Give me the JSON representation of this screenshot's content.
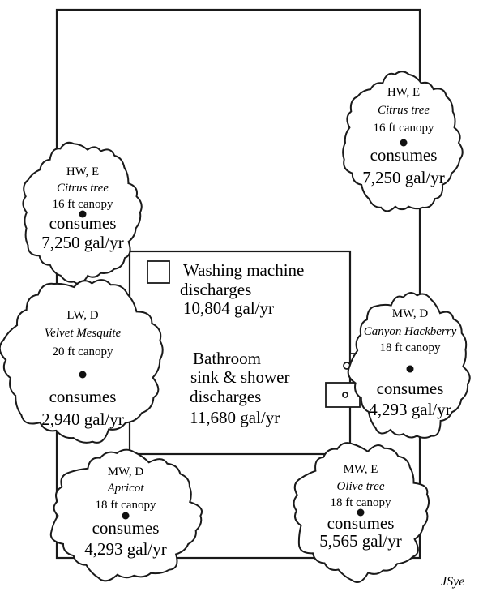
{
  "house": {
    "washer_line1": "Washing machine",
    "washer_line2": "discharges",
    "washer_line3": "10,804 gal/yr",
    "bath_line1": "Bathroom",
    "bath_line2": "sink & shower",
    "bath_line3": "discharges",
    "bath_line4": "11,680 gal/yr"
  },
  "trees": [
    {
      "use": "HW, E",
      "species": "Citrus tree",
      "canopy": "16 ft canopy",
      "consumes_label": "consumes",
      "amount": "7,250 gal/yr"
    },
    {
      "use": "HW, E",
      "species": "Citrus tree",
      "canopy": "16 ft canopy",
      "consumes_label": "consumes",
      "amount": "7,250 gal/yr"
    },
    {
      "use": "LW, D",
      "species": "Velvet Mesquite",
      "canopy": "20 ft canopy",
      "consumes_label": "consumes",
      "amount": "2,940 gal/yr"
    },
    {
      "use": "MW, D",
      "species": "Canyon Hackberry",
      "canopy": "18 ft canopy",
      "consumes_label": "consumes",
      "amount": "4,293 gal/yr"
    },
    {
      "use": "MW, D",
      "species": "Apricot",
      "canopy": "18 ft canopy",
      "consumes_label": "consumes",
      "amount": "4,293 gal/yr"
    },
    {
      "use": "MW, E",
      "species": "Olive tree",
      "canopy": "18 ft canopy",
      "consumes_label": "consumes",
      "amount": "5,565 gal/yr"
    }
  ],
  "signature": "JSye"
}
